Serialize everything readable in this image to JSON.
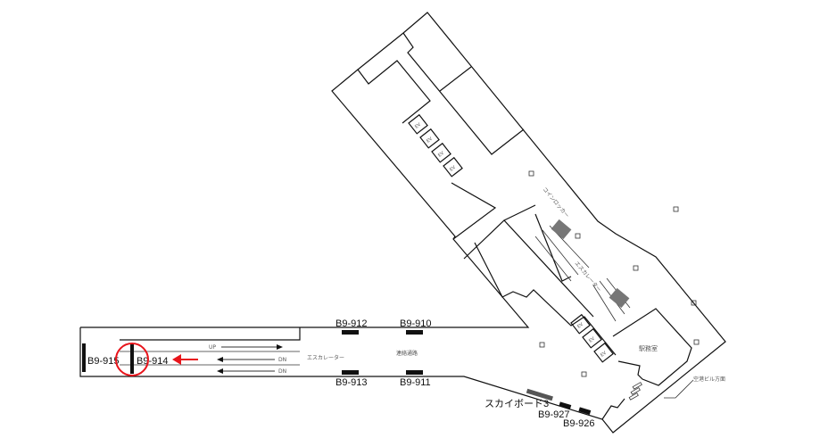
{
  "map": {
    "signs": {
      "b9_912": "B9-912",
      "b9_910": "B9-910",
      "b9_913": "B9-913",
      "b9_911": "B9-911",
      "b9_915": "B9-915",
      "b9_914": "B9-914",
      "b9_927": "B9-927",
      "b9_926": "B9-926",
      "skyboard": "スカイボード3"
    },
    "corridor": {
      "up": "UP",
      "dn1": "DN",
      "dn2": "DN",
      "escalator": "エスカレーター",
      "passage": "連絡通路"
    },
    "station": {
      "coin_locker": "コインロッカー",
      "escalator": "エスカレーター",
      "station_office": "駅務室",
      "airport_direction": "空港ビル方面",
      "ev": "EV"
    },
    "highlight_color": "#e8141b"
  }
}
